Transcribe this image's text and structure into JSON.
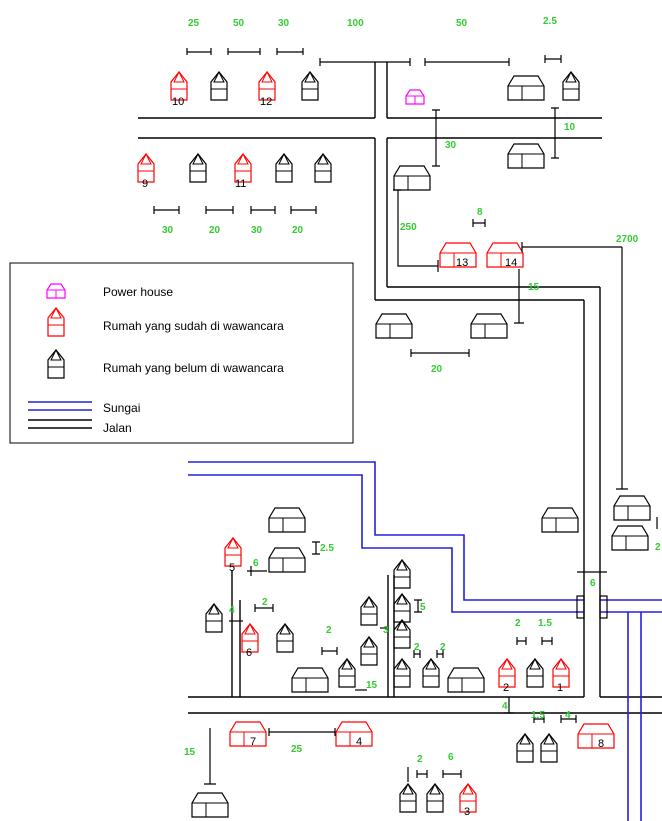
{
  "colors": {
    "road": "#000000",
    "river": "#2222dd",
    "interviewed": "#ff0000",
    "not_interviewed": "#000000",
    "power_house": "#ff00ff",
    "distance_label": "#33cc33"
  },
  "legend": {
    "power_house": "Power house",
    "interviewed": "Rumah yang sudah di wawancara",
    "not_interviewed": "Rumah yang belum di wawancara",
    "river": "Sungai",
    "road": "Jalan"
  },
  "house_numbers": [
    "1",
    "2",
    "3",
    "4",
    "5",
    "6",
    "7",
    "8",
    "9",
    "10",
    "11",
    "12",
    "13",
    "14"
  ],
  "distances": {
    "d_top_25": "25",
    "d_top_50a": "50",
    "d_top_30": "30",
    "d_top_100": "100",
    "d_top_50b": "50",
    "d_top_2_5": "2.5",
    "d_10": "10",
    "d_30_ph": "30",
    "d_row2_30a": "30",
    "d_row2_20a": "20",
    "d_row2_30b": "30",
    "d_row2_20b": "20",
    "d_250": "250",
    "d_8": "8",
    "d_2700": "2700",
    "d_15_mid": "15",
    "d_20_mid": "20",
    "d_2_5_b": "2.5",
    "d_6_a": "6",
    "d_4_a": "4",
    "d_2_a": "2",
    "d_5": "5",
    "d_6_b": "6",
    "d_2_b": "2",
    "d_2_c": "2",
    "d_2_d": "2",
    "d_15_b": "15",
    "d_3": "3",
    "d_2_e": "2",
    "d_1_5_a": "1.5",
    "d_4_b": "4",
    "d_1_5_b": "1.5",
    "d_4_c": "4",
    "d_15_c": "15",
    "d_25": "25",
    "d_2_f": "2",
    "d_6_c": "6",
    "d_2_g": "2"
  }
}
